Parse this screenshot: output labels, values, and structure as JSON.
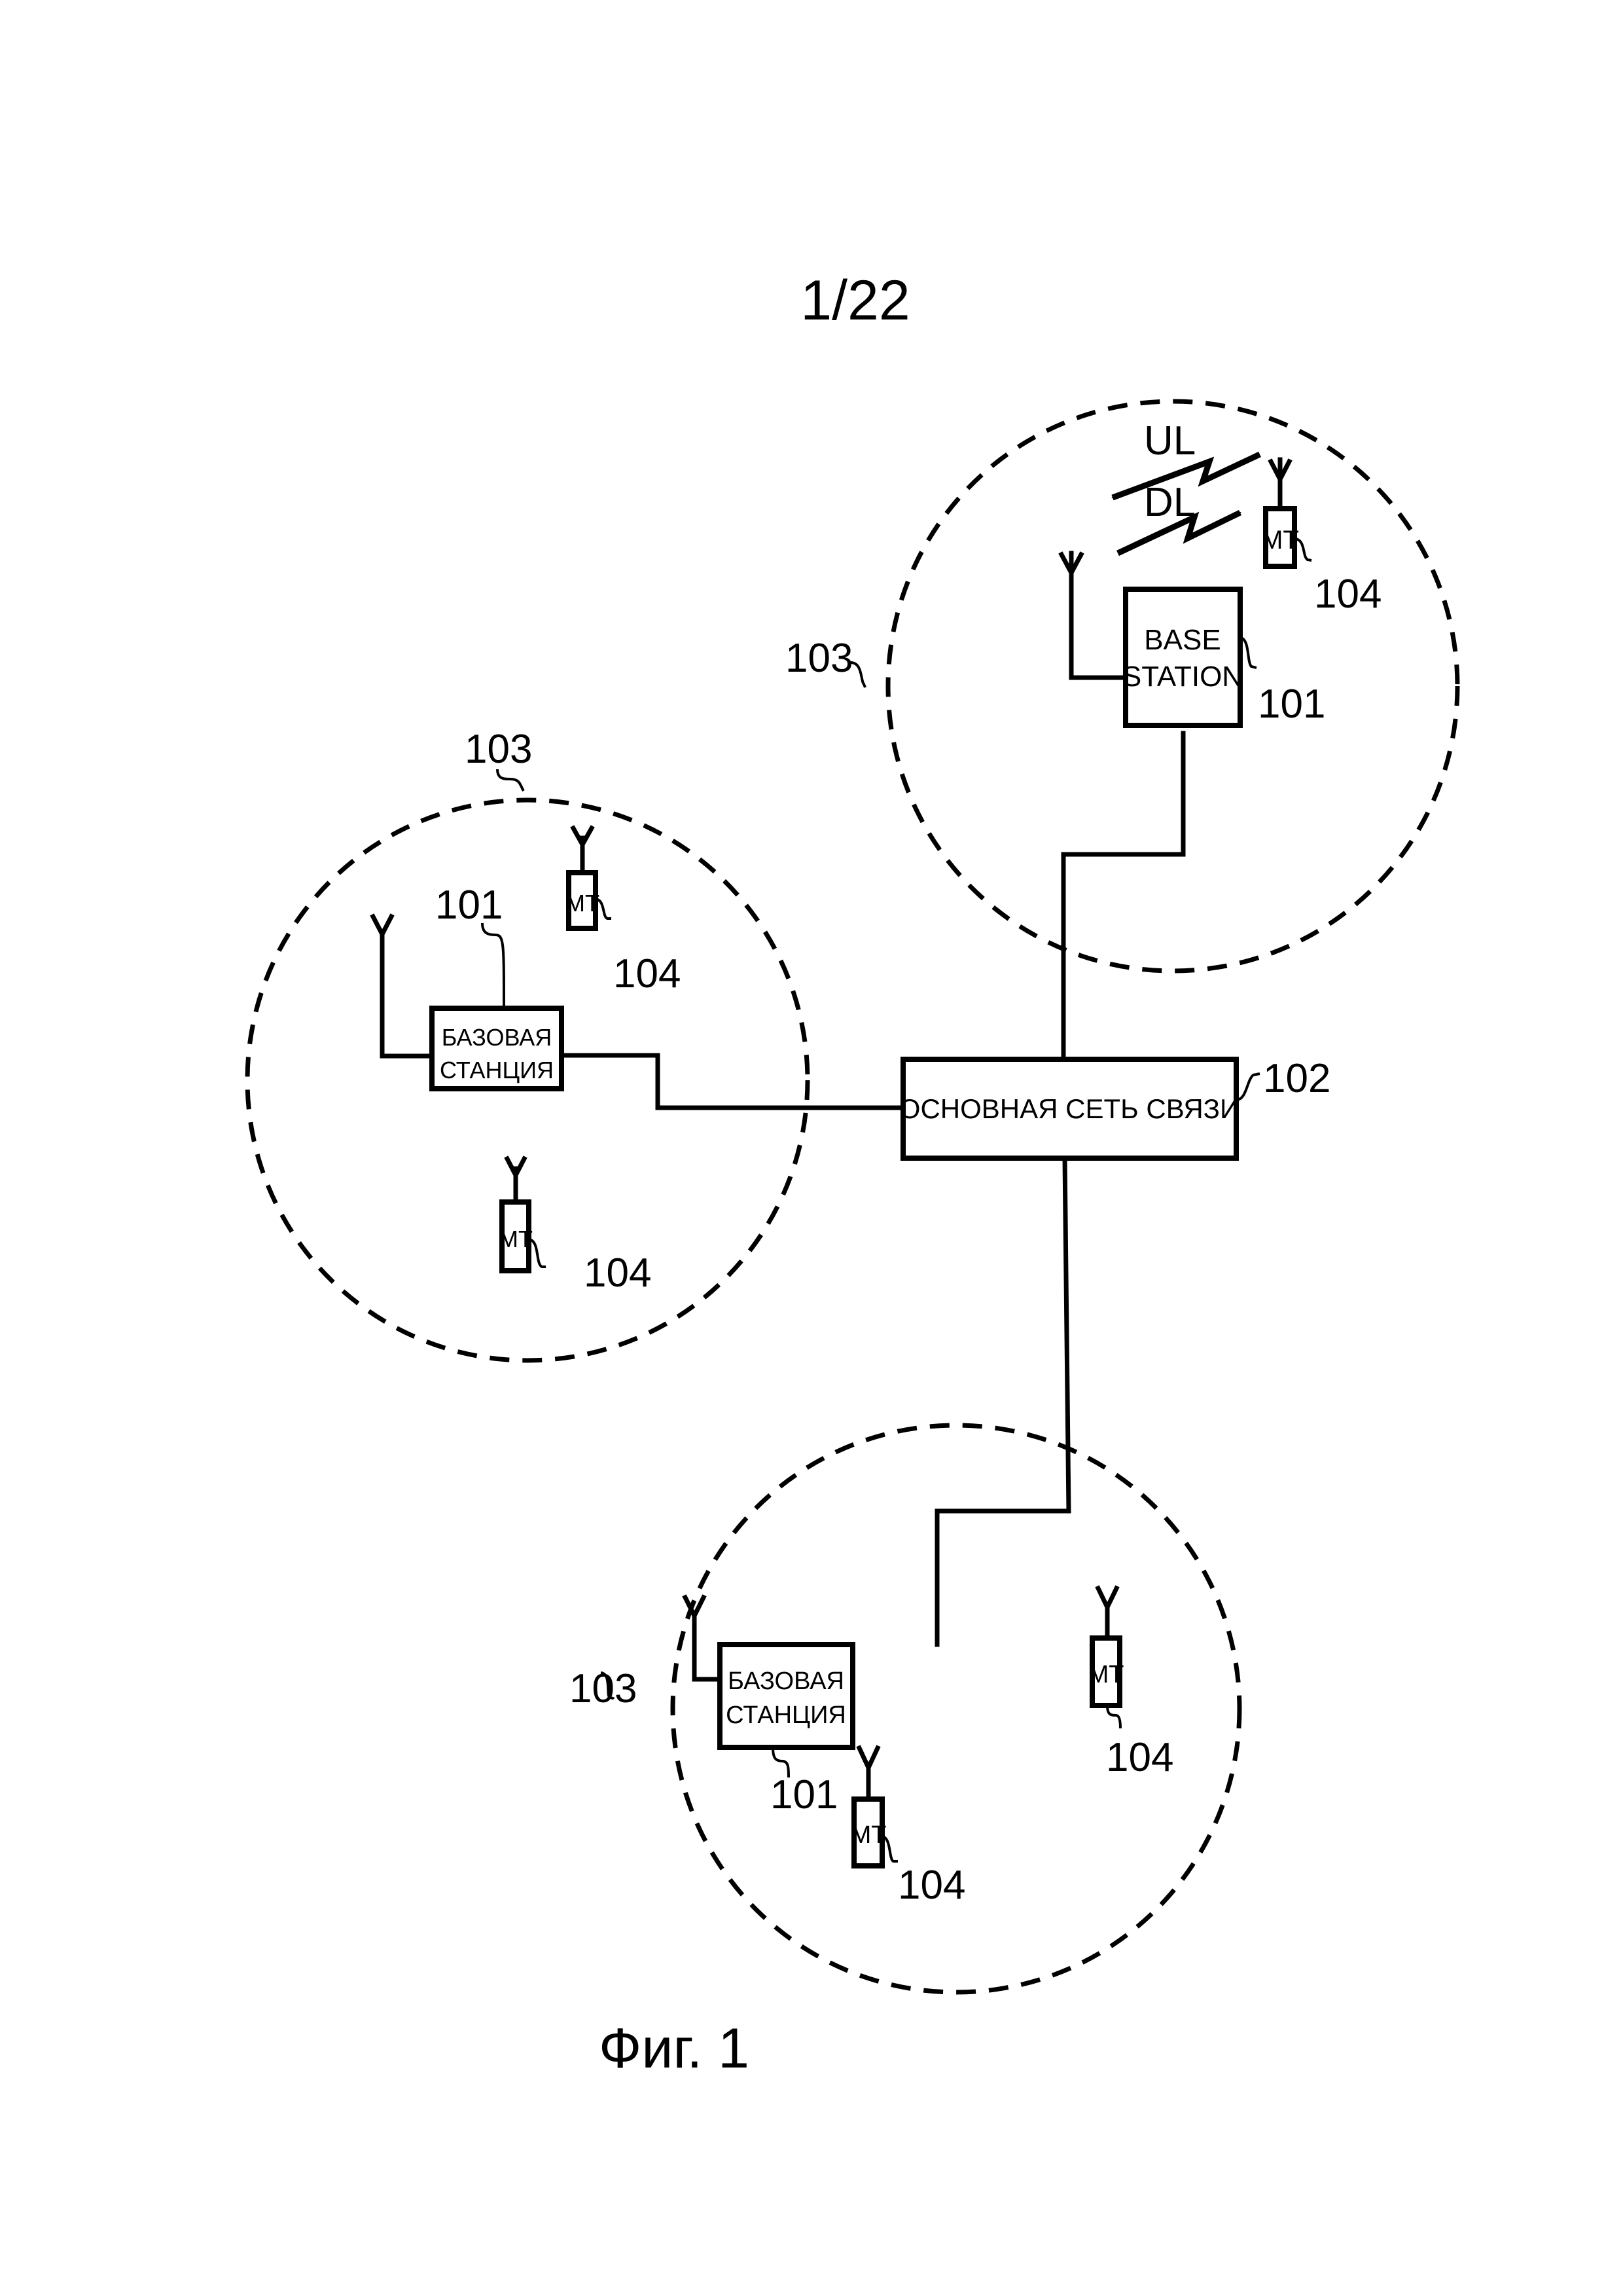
{
  "page": {
    "number": "1/22",
    "caption": "Фиг. 1"
  },
  "core_network": {
    "label": "ОСНОВНАЯ СЕТЬ СВЯЗИ",
    "ref": "102"
  },
  "cells": [
    {
      "id": "cell-top-right",
      "ref": "103",
      "base_station": {
        "label_line1": "BASE",
        "label_line2": "STATION",
        "ref": "101"
      },
      "terminals": [
        {
          "label": "MT",
          "ref": "104"
        }
      ],
      "links": {
        "uplink": "UL",
        "downlink": "DL"
      }
    },
    {
      "id": "cell-left",
      "ref": "103",
      "base_station": {
        "label_line1": "БАЗОВАЯ",
        "label_line2": "СТАНЦИЯ",
        "ref": "101"
      },
      "terminals": [
        {
          "label": "MT",
          "ref": "104"
        },
        {
          "label": "MT",
          "ref": "104"
        }
      ]
    },
    {
      "id": "cell-bottom",
      "ref": "103",
      "base_station": {
        "label_line1": "БАЗОВАЯ",
        "label_line2": "СТАНЦИЯ",
        "ref": "101"
      },
      "terminals": [
        {
          "label": "MT",
          "ref": "104"
        },
        {
          "label": "MT",
          "ref": "104"
        }
      ]
    }
  ]
}
